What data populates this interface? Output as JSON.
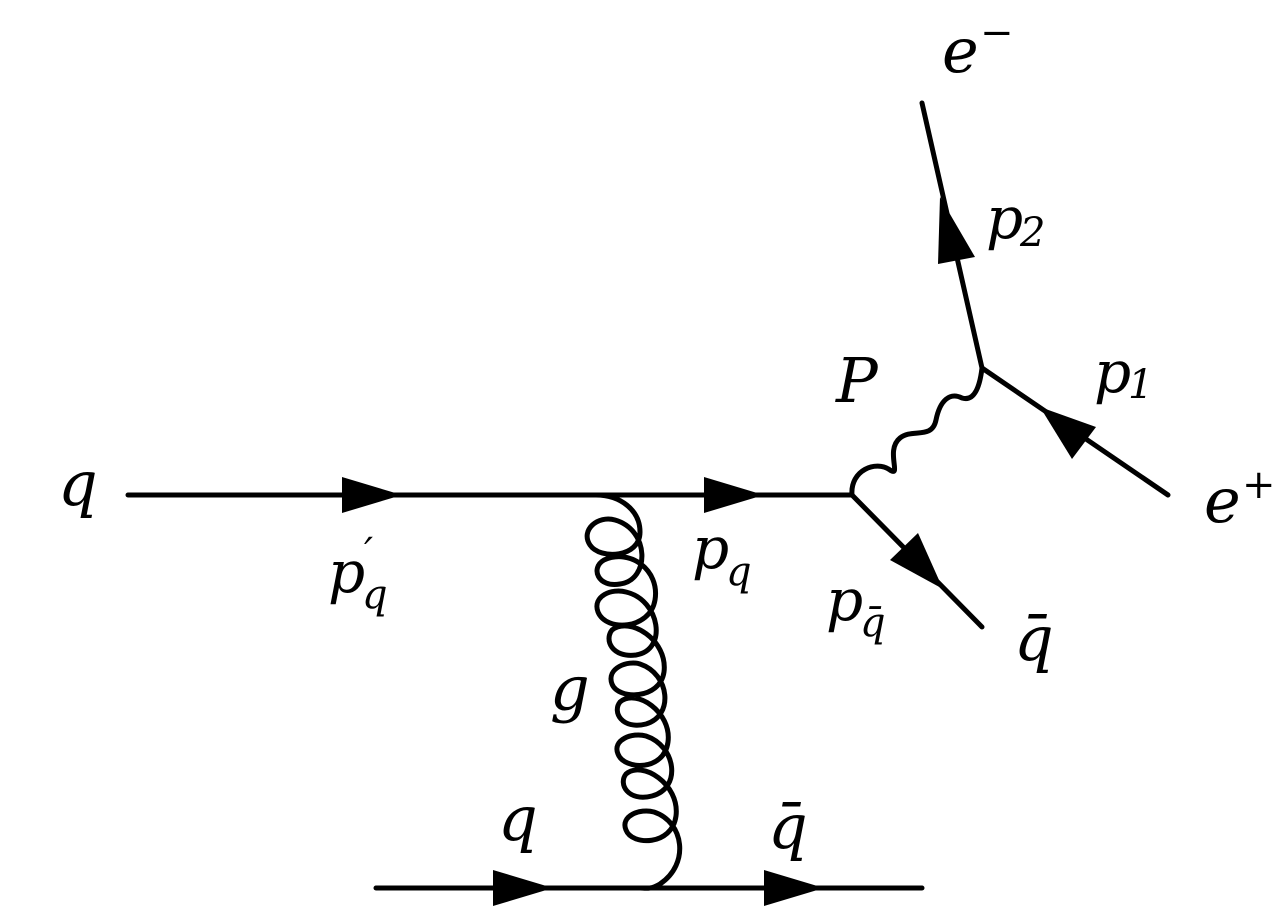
{
  "diagram": {
    "labels": {
      "q_in": "q",
      "p_q_prime": "p",
      "p_q_prime_sub": "q",
      "prime_mark": "′",
      "p_q": "p",
      "p_q_sub": "q",
      "p_qbar": "p",
      "p_qbar_sub": "q̄",
      "qbar_out": "q̄",
      "P": "P",
      "p1": "p",
      "p1_sub": "1",
      "p2": "p",
      "p2_sub": "2",
      "e_minus": "e",
      "e_minus_sup": "−",
      "e_plus": "e",
      "e_plus_sup": "+",
      "g": "g",
      "q_bottom": "q",
      "qbar_bottom": "q̄"
    }
  }
}
